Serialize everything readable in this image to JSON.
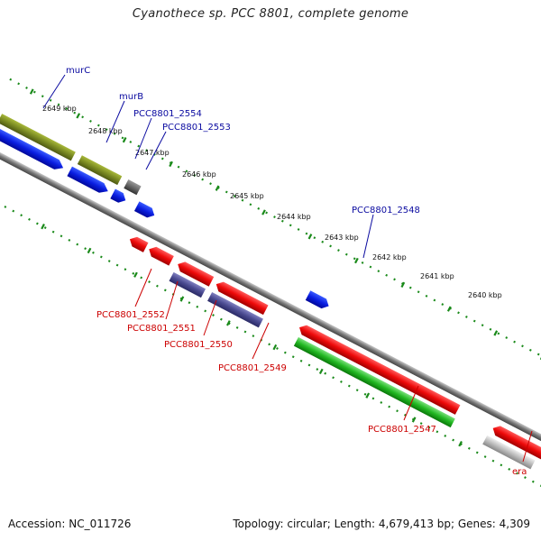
{
  "title": "Cyanothece sp. PCC 8801, complete genome",
  "footer": {
    "accession": "Accession: NC_011726",
    "summary": "Topology: circular; Length: 4,679,413 bp; Genes: 4,309"
  },
  "ticks": [
    "2649 kbp",
    "2648 kbp",
    "2647 kbp",
    "2646 kbp",
    "2645 kbp",
    "2644 kbp",
    "2643 kbp",
    "2642 kbp",
    "2641 kbp",
    "2640 kbp"
  ],
  "genes": {
    "murC": "murC",
    "murB": "murB",
    "g2554": "PCC8801_2554",
    "g2553": "PCC8801_2553",
    "g2548": "PCC8801_2548",
    "g2552": "PCC8801_2552",
    "g2551": "PCC8801_2551",
    "g2550": "PCC8801_2550",
    "g2549": "PCC8801_2549",
    "g2547": "PCC8801_2547",
    "era": "era"
  },
  "colors": {
    "forward_label": "#0a0aa0",
    "reverse_label": "#cc0000",
    "tick_dots": "#1a8a1a",
    "backbone": "#888888"
  }
}
